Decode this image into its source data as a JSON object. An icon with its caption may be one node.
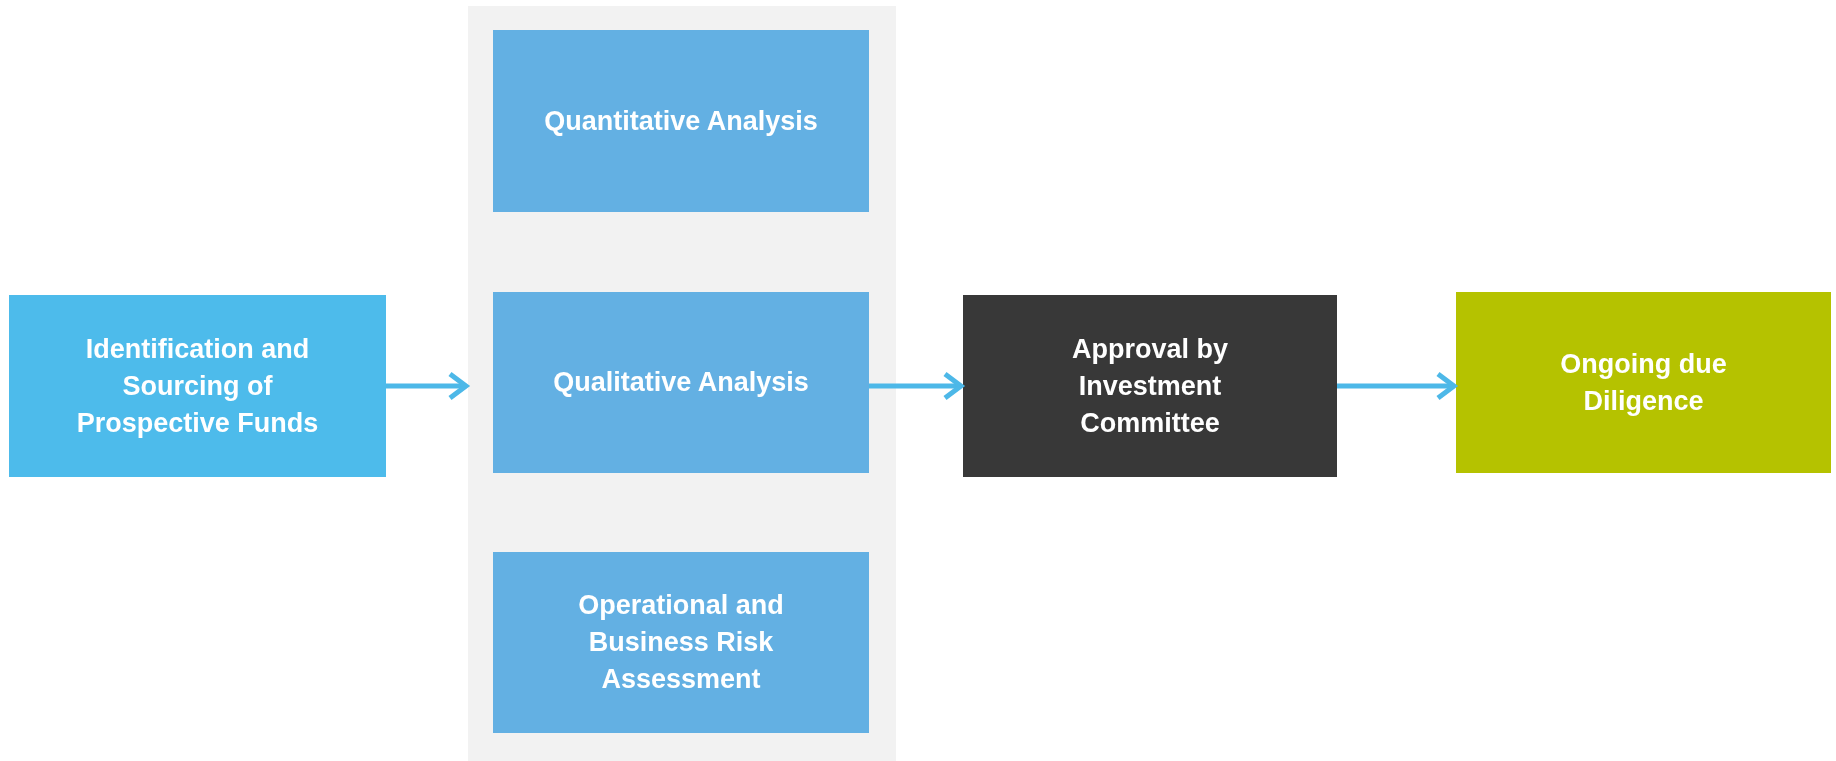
{
  "diagram": {
    "nodes": [
      {
        "text": [
          "Identification and Sourcing of Prospective Funds"
        ]
      },
      {
        "text": [],
        "shape": "box"
      },
      {
        "text": [
          "Quantitative Analysis"
        ],
        "in": 1
      },
      {
        "text": [
          "Qualitative Analysis"
        ],
        "in": 1
      },
      {
        "text": [
          "Operational and Business Risk Assessment"
        ],
        "in": 1
      },
      {
        "text": [
          "Approval by Investment Committee"
        ]
      },
      {
        "text": [
          "Ongoing due Diligence"
        ]
      }
    ],
    "edges": [
      {
        "from": 0,
        "to": 1,
        "arrow": "to"
      },
      {
        "from": 3,
        "to": 5,
        "arrow": "to"
      },
      {
        "from": 5,
        "to": 6,
        "arrow": "to"
      }
    ]
  }
}
